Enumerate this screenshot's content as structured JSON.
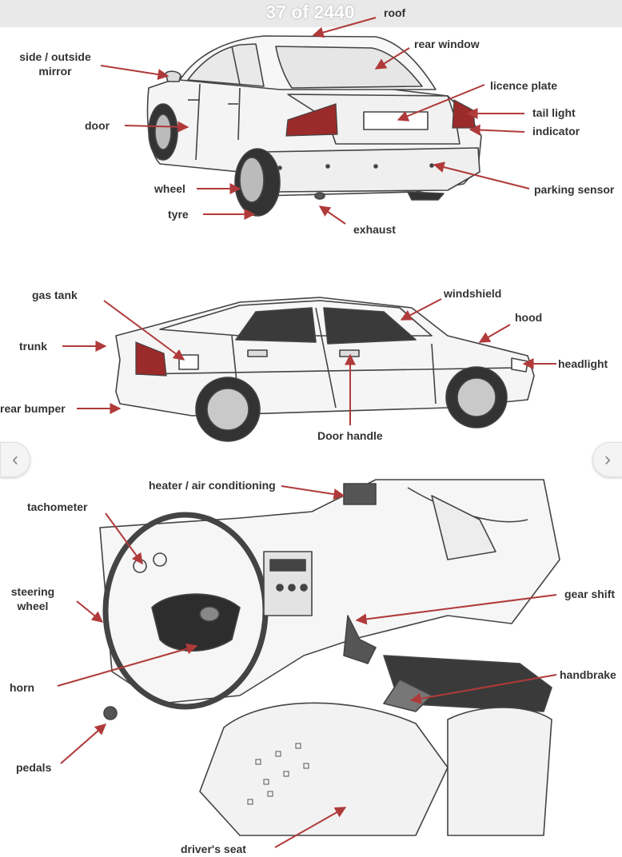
{
  "viewer": {
    "counter": "37 of 2440",
    "prev_icon": "chevron-left-icon",
    "next_icon": "chevron-right-icon",
    "prev_glyph": "‹",
    "next_glyph": "›"
  },
  "labels": {
    "roof": "roof",
    "side_mirror_line1": "side / outside",
    "side_mirror_line2": "mirror",
    "rear_window": "rear window",
    "licence_plate": "licence plate",
    "tail_light": "tail light",
    "indicator": "indicator",
    "door": "door",
    "wheel": "wheel",
    "tyre": "tyre",
    "exhaust": "exhaust",
    "parking_sensor": "parking sensor",
    "gas_tank": "gas tank",
    "windshield": "windshield",
    "hood": "hood",
    "trunk": "trunk",
    "headlight": "headlight",
    "rear_bumper": "rear bumper",
    "door_handle": "Door handle",
    "heater": "heater / air conditioning",
    "tachometer": "tachometer",
    "steering_line1": "steering",
    "steering_line2": "wheel",
    "gear_shift": "gear shift",
    "horn": "horn",
    "handbrake": "handbrake",
    "pedals": "pedals",
    "drivers_seat": "driver's seat"
  },
  "colors": {
    "arrow": "#b03a3a",
    "label": "#333333",
    "sketch": "#444444",
    "taillight": "#9b2a2a"
  }
}
